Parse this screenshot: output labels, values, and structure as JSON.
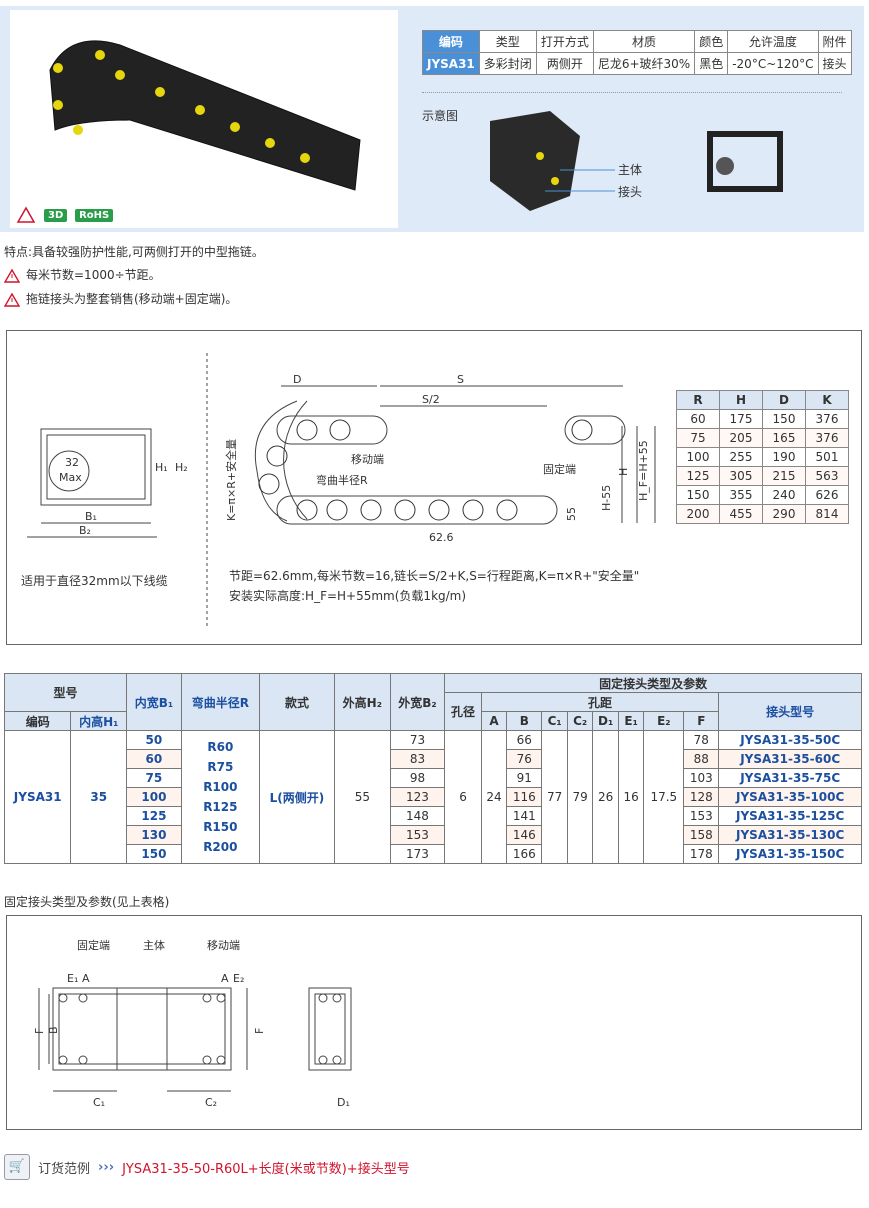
{
  "badges": {
    "d3": "3D",
    "rohs": "RoHS"
  },
  "spec": {
    "headers": [
      "编码",
      "类型",
      "打开方式",
      "材质",
      "颜色",
      "允许温度",
      "附件"
    ],
    "values": [
      "JYSA31",
      "多彩封闭",
      "两侧开",
      "尼龙6+玻纤30%",
      "黑色",
      "-20°C~120°C",
      "接头"
    ]
  },
  "schematic": {
    "title": "示意图",
    "body": "主体",
    "joint": "接头"
  },
  "features": {
    "main": "特点:具备较强防护性能,可两侧打开的中型拖链。",
    "note1": "每米节数=1000÷节距。",
    "note2": "拖链接头为整套销售(移动端+固定端)。"
  },
  "drawing1": {
    "cross": {
      "max": "32",
      "max_label": "Max",
      "h1": "H₁",
      "h2": "H₂",
      "b1": "B₁",
      "b2": "B₂",
      "caption": "适用于直径32mm以下线缆"
    },
    "side": {
      "d": "D",
      "s": "S",
      "s2": "S/2",
      "moving": "移动端",
      "fixed": "固定端",
      "radius": "弯曲半径R",
      "k": "K=π×R+安全量",
      "h55": "H-55",
      "h": "H",
      "hf": "H_F=H+55",
      "d55": "55",
      "pitch": "62.6"
    },
    "note1": "节距=62.6mm,每米节数=16,链长=S/2+K,S=行程距离,K=π×R+\"安全量\"",
    "note2": "安装实际高度:H_F=H+55mm(负载1kg/m)",
    "rhdk": {
      "headers": [
        "R",
        "H",
        "D",
        "K"
      ],
      "rows": [
        [
          "60",
          "175",
          "150",
          "376"
        ],
        [
          "75",
          "205",
          "165",
          "376"
        ],
        [
          "100",
          "255",
          "190",
          "501"
        ],
        [
          "125",
          "305",
          "215",
          "563"
        ],
        [
          "150",
          "355",
          "240",
          "626"
        ],
        [
          "200",
          "455",
          "290",
          "814"
        ]
      ]
    }
  },
  "main_table": {
    "h_model": "型号",
    "h_code": "编码",
    "h_h1": "内高H₁",
    "h_b1": "内宽B₁",
    "h_r": "弯曲半径R",
    "h_style": "款式",
    "h_h2": "外高H₂",
    "h_b2": "外宽B₂",
    "h_fixed": "固定接头类型及参数",
    "h_hole": "孔径",
    "h_pitch": "孔距",
    "h_jt": "接头型号",
    "pitch_cols": [
      "A",
      "B",
      "C₁",
      "C₂",
      "D₁",
      "E₁",
      "E₂",
      "F"
    ],
    "code": "JYSA31",
    "h1": "35",
    "style": "L(两侧开)",
    "h2": "55",
    "hole": "6",
    "a": "24",
    "c1": "77",
    "c2": "79",
    "d1": "26",
    "e1": "16",
    "e2": "17.5",
    "radii": [
      "R60",
      "R75",
      "R100",
      "R125",
      "R150",
      "R200"
    ],
    "rows": [
      {
        "b1": "50",
        "b2": "73",
        "b": "66",
        "f": "78",
        "joint": "JYSA31-35-50C"
      },
      {
        "b1": "60",
        "b2": "83",
        "b": "76",
        "f": "88",
        "joint": "JYSA31-35-60C"
      },
      {
        "b1": "75",
        "b2": "98",
        "b": "91",
        "f": "103",
        "joint": "JYSA31-35-75C"
      },
      {
        "b1": "100",
        "b2": "123",
        "b": "116",
        "f": "128",
        "joint": "JYSA31-35-100C"
      },
      {
        "b1": "125",
        "b2": "148",
        "b": "141",
        "f": "153",
        "joint": "JYSA31-35-125C"
      },
      {
        "b1": "130",
        "b2": "153",
        "b": "146",
        "f": "158",
        "joint": "JYSA31-35-130C"
      },
      {
        "b1": "150",
        "b2": "173",
        "b": "166",
        "f": "178",
        "joint": "JYSA31-35-150C"
      }
    ]
  },
  "drawing2": {
    "caption": "固定接头类型及参数(见上表格)",
    "fixed": "固定端",
    "body": "主体",
    "moving": "移动端",
    "e1": "E₁",
    "a": "A",
    "e2": "E₂",
    "f": "F",
    "b": "B",
    "c1": "C₁",
    "c2": "C₂",
    "d1": "D₁"
  },
  "order": {
    "label": "订货范例",
    "arrows": "›››",
    "example": "JYSA31-35-50-R60L+长度(米或节数)+接头型号"
  },
  "colors": {
    "accent": "#4a90d9",
    "red": "#d0142c",
    "blue_text": "#1b4fa0"
  }
}
